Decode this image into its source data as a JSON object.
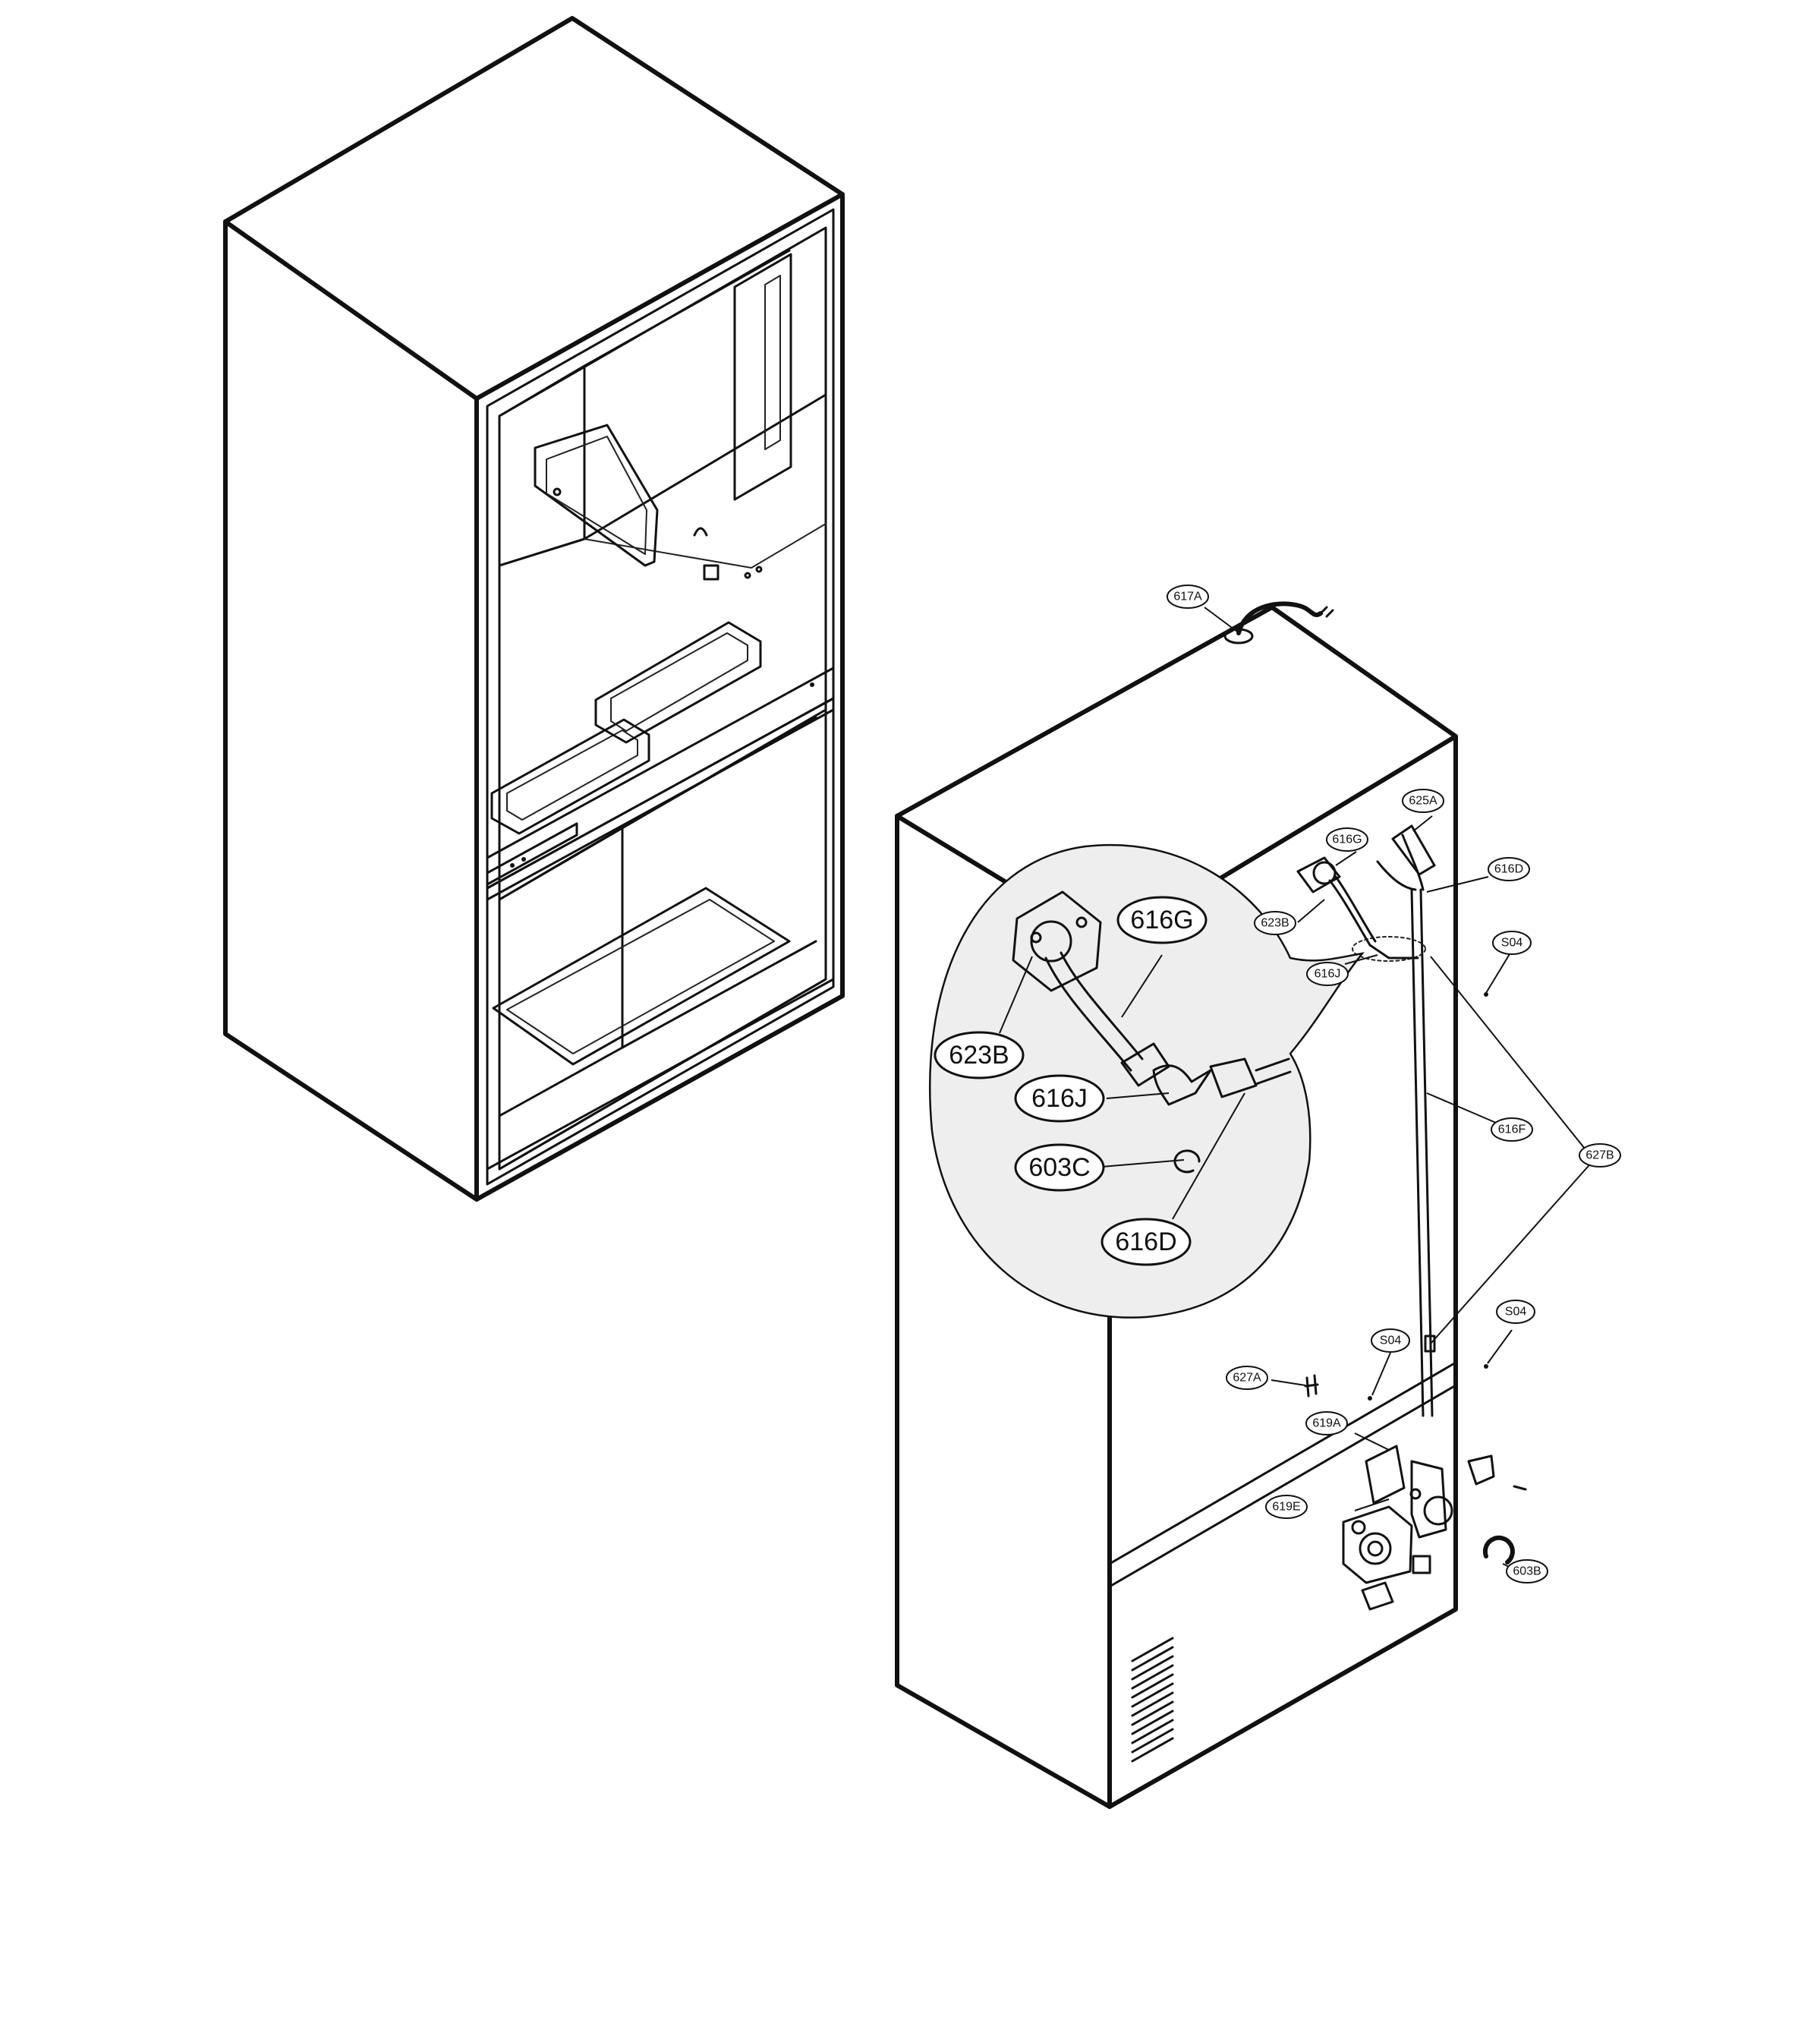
{
  "callouts_small": [
    {
      "id": "617A",
      "text": "617A"
    },
    {
      "id": "625A",
      "text": "625A"
    },
    {
      "id": "616G",
      "text": "616G"
    },
    {
      "id": "616D",
      "text": "616D"
    },
    {
      "id": "623B",
      "text": "623B"
    },
    {
      "id": "616J",
      "text": "616J"
    },
    {
      "id": "S04-top",
      "text": "S04"
    },
    {
      "id": "616F",
      "text": "616F"
    },
    {
      "id": "627B",
      "text": "627B"
    },
    {
      "id": "S04-mid",
      "text": "S04"
    },
    {
      "id": "S04-left",
      "text": "S04"
    },
    {
      "id": "627A",
      "text": "627A"
    },
    {
      "id": "619A",
      "text": "619A"
    },
    {
      "id": "619E",
      "text": "619E"
    },
    {
      "id": "603B",
      "text": "603B"
    }
  ],
  "callouts_detail": [
    {
      "id": "616G",
      "text": "616G"
    },
    {
      "id": "623B",
      "text": "623B"
    },
    {
      "id": "616J",
      "text": "616J"
    },
    {
      "id": "603C",
      "text": "603C"
    },
    {
      "id": "616D",
      "text": "616D"
    }
  ]
}
